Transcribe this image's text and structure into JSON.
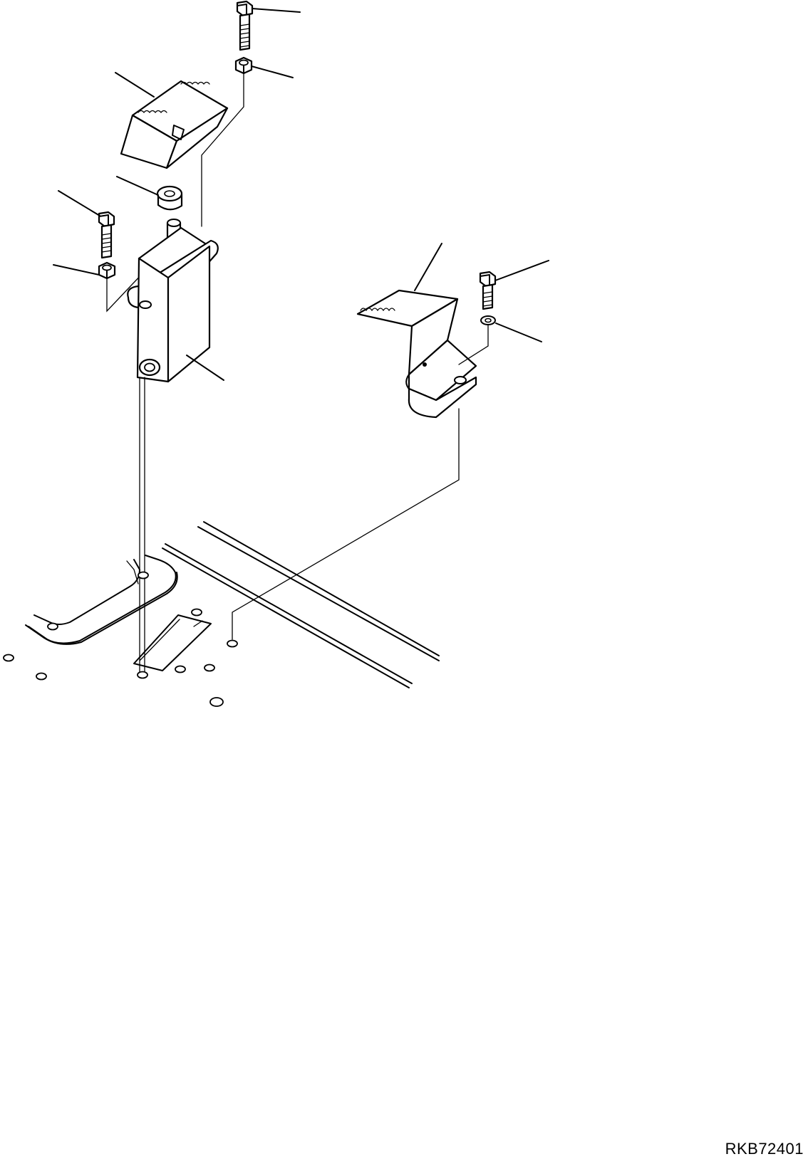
{
  "drawing": {
    "code": "RKB72401",
    "colors": {
      "line": "#000000",
      "background": "#ffffff"
    }
  },
  "parts": [
    {
      "name": "bolt-top",
      "icon": "hex-bolt-icon"
    },
    {
      "name": "nut-top",
      "icon": "hex-nut-icon"
    },
    {
      "name": "pedal-cover",
      "icon": "pedal-cover-icon"
    },
    {
      "name": "rubber-stopper",
      "icon": "stopper-icon"
    },
    {
      "name": "bolt-left",
      "icon": "hex-bolt-icon"
    },
    {
      "name": "nut-left",
      "icon": "hex-nut-icon"
    },
    {
      "name": "pedal-bracket",
      "icon": "bracket-icon"
    },
    {
      "name": "foot-rest",
      "icon": "foot-rest-icon"
    },
    {
      "name": "bolt-right",
      "icon": "hex-bolt-icon"
    },
    {
      "name": "washer-right",
      "icon": "washer-icon"
    },
    {
      "name": "floor-plate",
      "icon": "floor-plate-icon"
    }
  ]
}
